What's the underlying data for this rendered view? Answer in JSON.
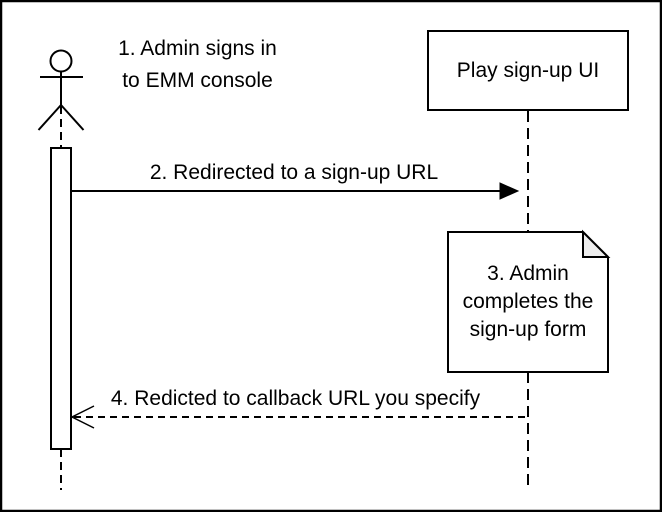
{
  "diagram": {
    "type": "uml-sequence",
    "colors": {
      "stroke": "#000000",
      "background": "#ffffff",
      "note_fill": "#ffffff",
      "note_fold_fill": "#eeeeee"
    },
    "participants": {
      "admin": {
        "type": "actor"
      },
      "play_signup_ui": {
        "type": "box",
        "label": "Play sign-up UI"
      }
    },
    "steps": {
      "step1": "1. Admin signs in\nto EMM console",
      "step2": "2. Redirected to a sign-up URL",
      "step3": "3. Admin\ncompletes the\nsign-up form",
      "step4": "4. Redicted to callback URL you specify"
    }
  }
}
